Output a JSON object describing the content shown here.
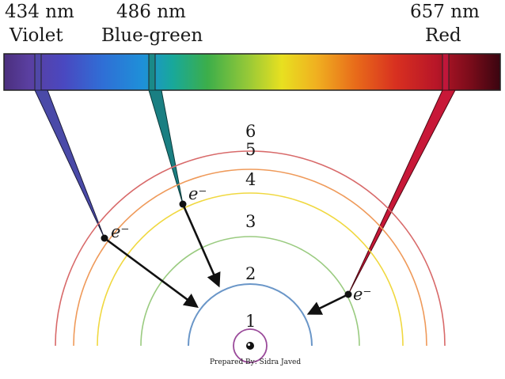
{
  "lines": [
    {
      "wavelength": "434 nm",
      "name": "Violet",
      "from_level": "5",
      "to_level": "2",
      "color": "#4a4aa8"
    },
    {
      "wavelength": "486 nm",
      "name": "Blue-green",
      "from_level": "4",
      "to_level": "2",
      "color": "#1a7f82"
    },
    {
      "wavelength": "657 nm",
      "name": "Red",
      "from_level": "3",
      "to_level": "2",
      "color": "#c81838"
    }
  ],
  "levels": [
    "1",
    "2",
    "3",
    "4",
    "5",
    "6"
  ],
  "electron_label": "e⁻",
  "credit": "Prepared By: Sidra Javed",
  "colors": {
    "level_1": "#9a4a9a",
    "level_2": "#6a96c8",
    "level_3": "#9acb80",
    "level_4": "#f0d840",
    "level_5": "#ef9a5a",
    "level_6": "#d86a6a"
  }
}
